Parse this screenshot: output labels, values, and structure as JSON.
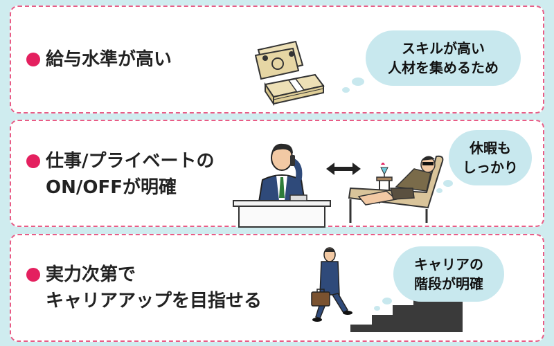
{
  "items": [
    {
      "heading_lines": [
        "給与水準が高い"
      ],
      "bubble_lines": [
        "スキルが高い",
        "人材を集めるため"
      ]
    },
    {
      "heading_lines": [
        "仕事/プライベートの",
        "ON/OFFが明確"
      ],
      "bubble_lines": [
        "休暇も",
        "しっかり"
      ]
    },
    {
      "heading_lines": [
        "実力次第で",
        "キャリアアップを目指せる"
      ],
      "bubble_lines": [
        "キャリアの",
        "階段が明確"
      ]
    }
  ],
  "colors": {
    "background": "#cfecef",
    "card_border": "#e85c86",
    "bullet": "#e4205f",
    "bubble": "#c8e8ee"
  },
  "icons": [
    "money-icon",
    "office-worker-icon",
    "double-arrow-icon",
    "relaxing-person-icon",
    "stairs-climber-icon"
  ]
}
